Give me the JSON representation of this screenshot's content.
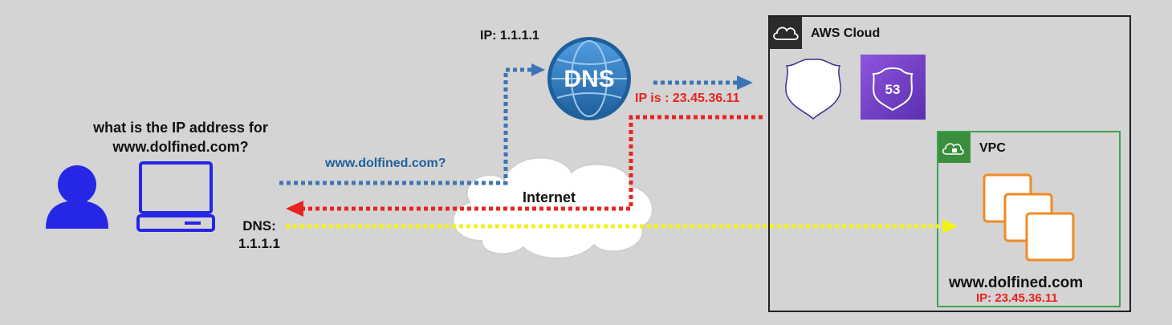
{
  "question": {
    "line1": "what is the IP address for",
    "line2": "www.dolfined.com?"
  },
  "client_dns": {
    "line1": "DNS:",
    "line2": "1.1.1.1"
  },
  "dns_server": {
    "ip_label": "IP: 1.1.1.1",
    "badge_text": "DNS"
  },
  "query_label": "www.dolfined.com?",
  "answer_label": "IP is : 23.45.36.11",
  "internet_label": "Internet",
  "aws": {
    "title": "AWS Cloud",
    "route53_number": "53"
  },
  "vpc": {
    "title": "VPC"
  },
  "website": {
    "name": "www.dolfined.com",
    "ip": "IP: 23.45.36.11"
  },
  "icons": [
    "user-icon",
    "computer-icon",
    "dns-globe-icon",
    "cloud-icon",
    "aws-cloud-icon",
    "shield-icon",
    "route53-icon",
    "vpc-cloud-icon",
    "ec2-instances-icon"
  ],
  "colors": {
    "query": "#3a75b5",
    "answer": "#e8231f",
    "traffic": "#f2f21a",
    "user": "#2626e6",
    "route53": "#7b3fd0",
    "vpc": "#3fa34d",
    "ec2": "#f08a24",
    "dns": "#2f78c2"
  }
}
